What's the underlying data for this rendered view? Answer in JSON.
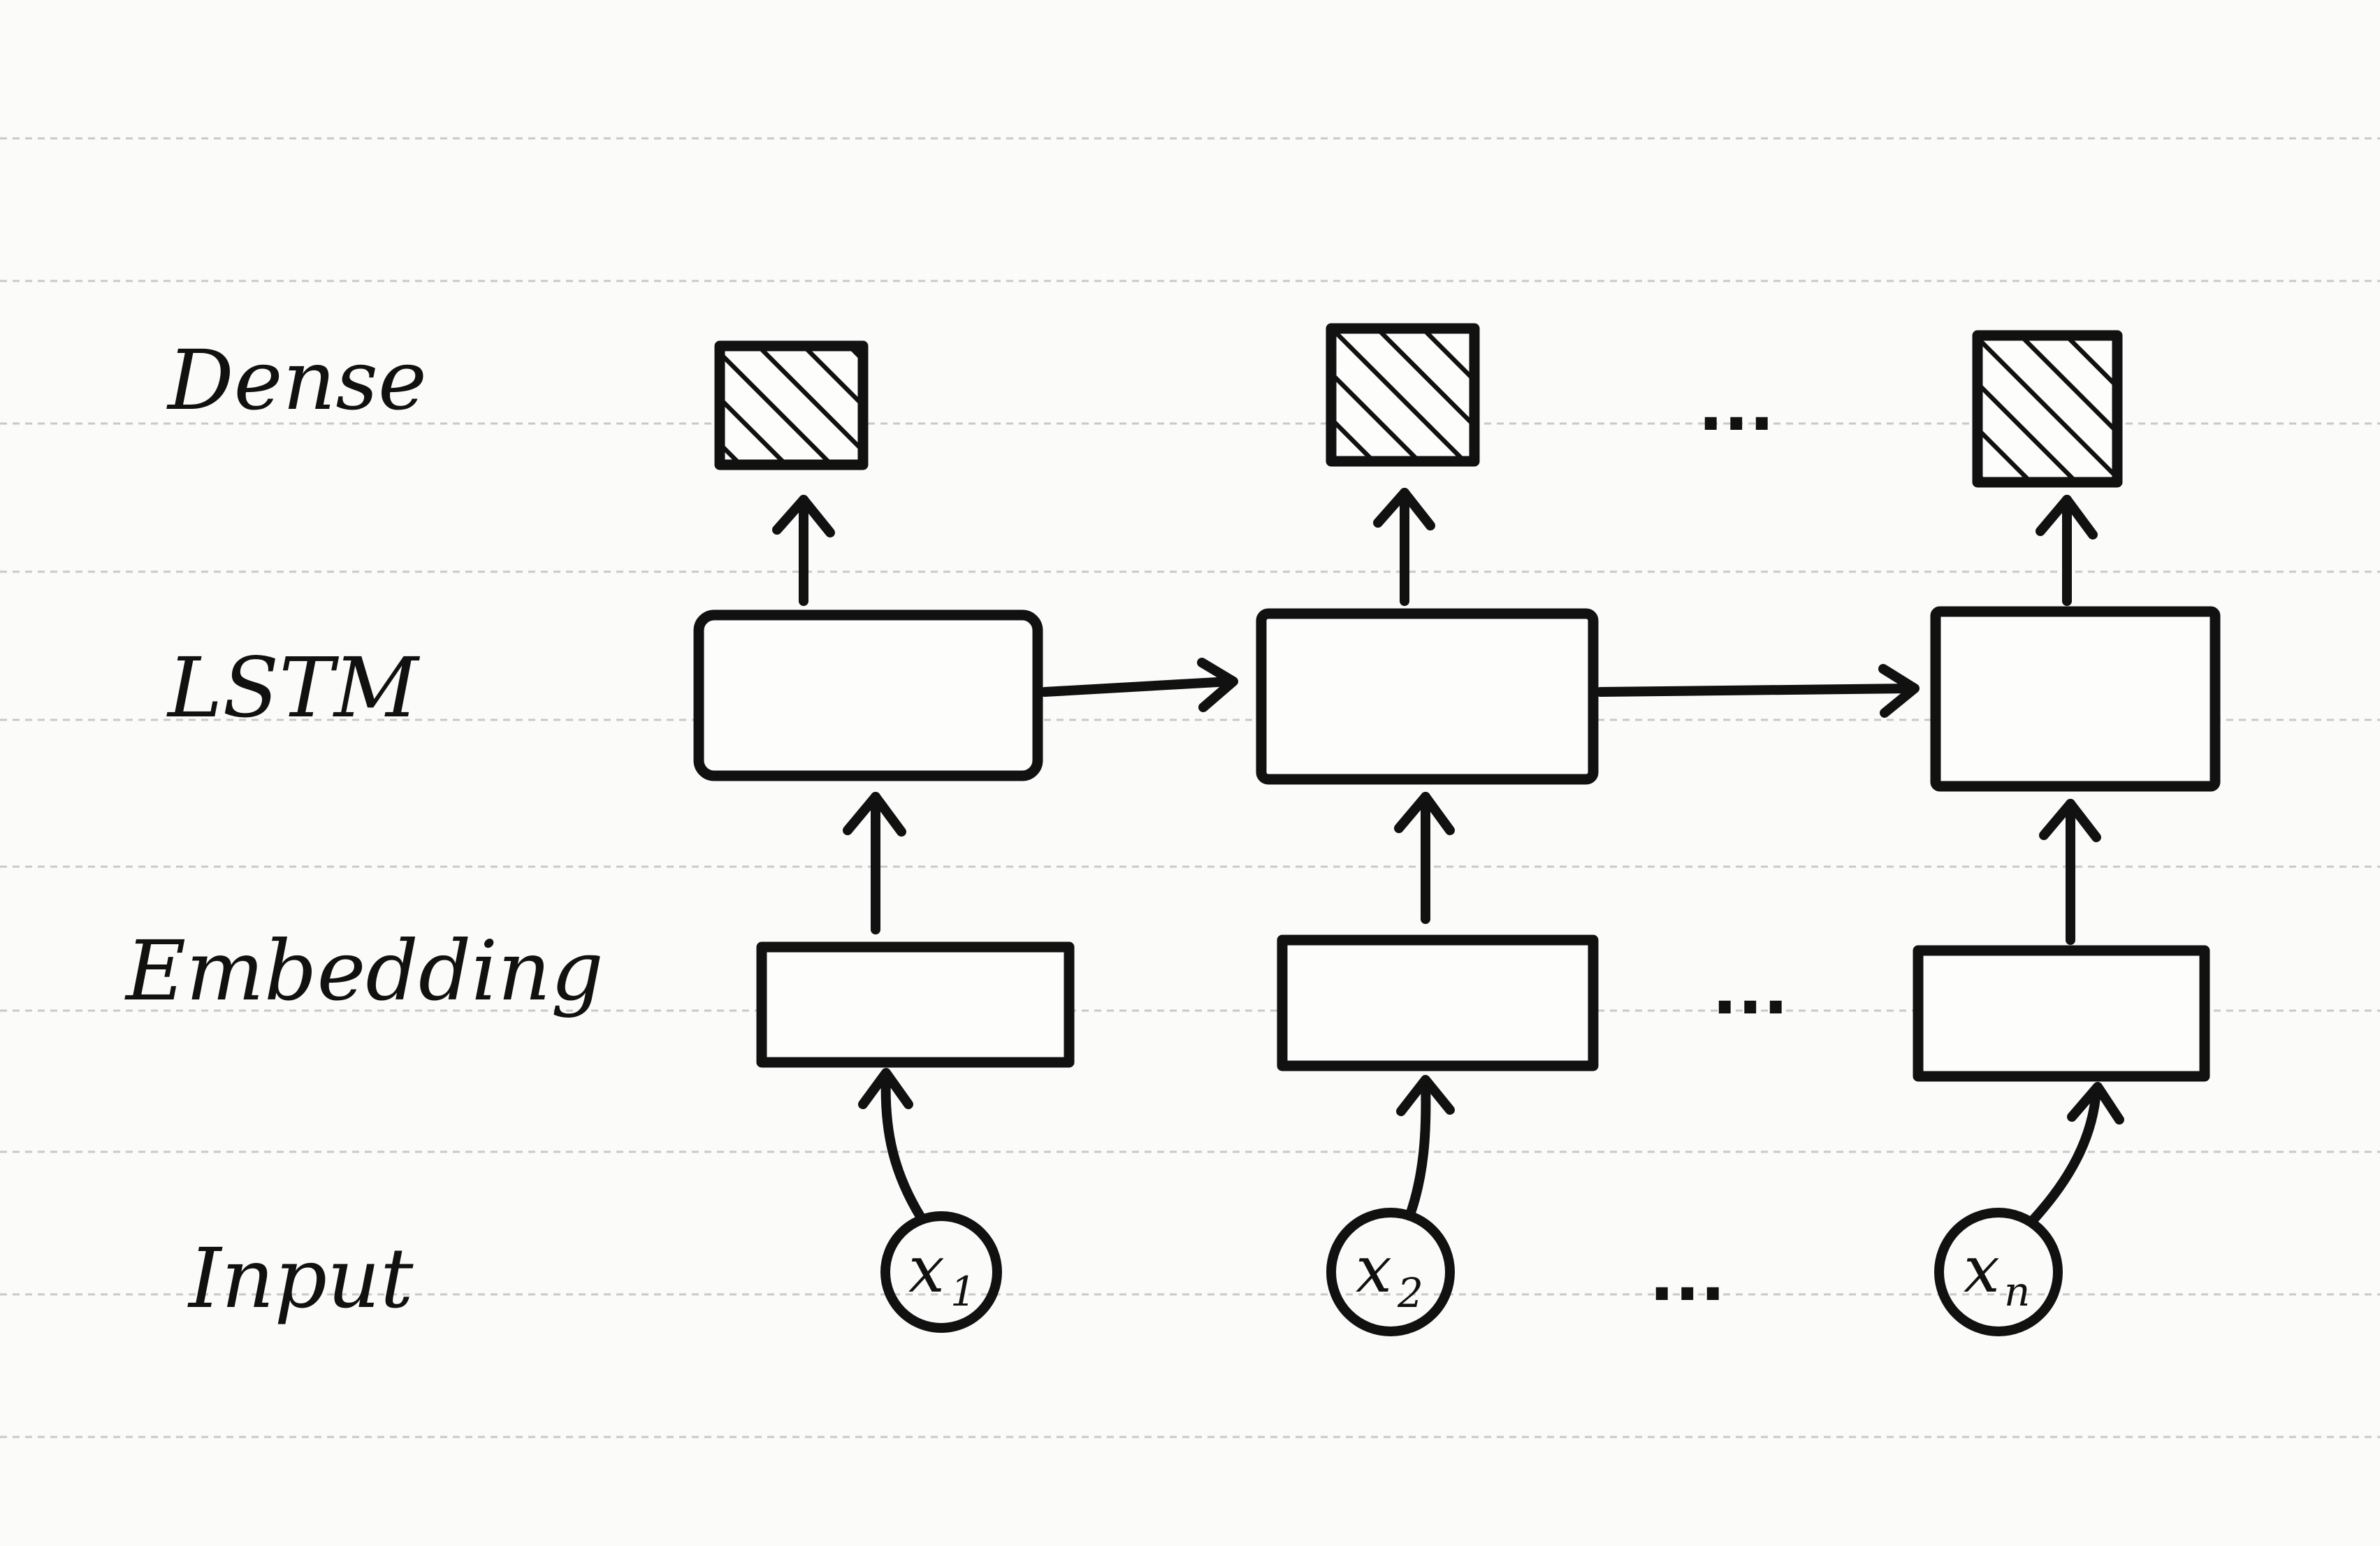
{
  "layers": {
    "dense": "Dense",
    "lstm": "LSTM",
    "embedding": "Embedding",
    "input": "Input"
  },
  "inputs": [
    {
      "var": "x",
      "sub": "1"
    },
    {
      "var": "x",
      "sub": "2"
    },
    {
      "var": "x",
      "sub": "n"
    }
  ],
  "ellipsis": "...",
  "colors": {
    "ink": "#111111",
    "paper": "#fbfbfa",
    "rule": "#c9c9c6"
  }
}
